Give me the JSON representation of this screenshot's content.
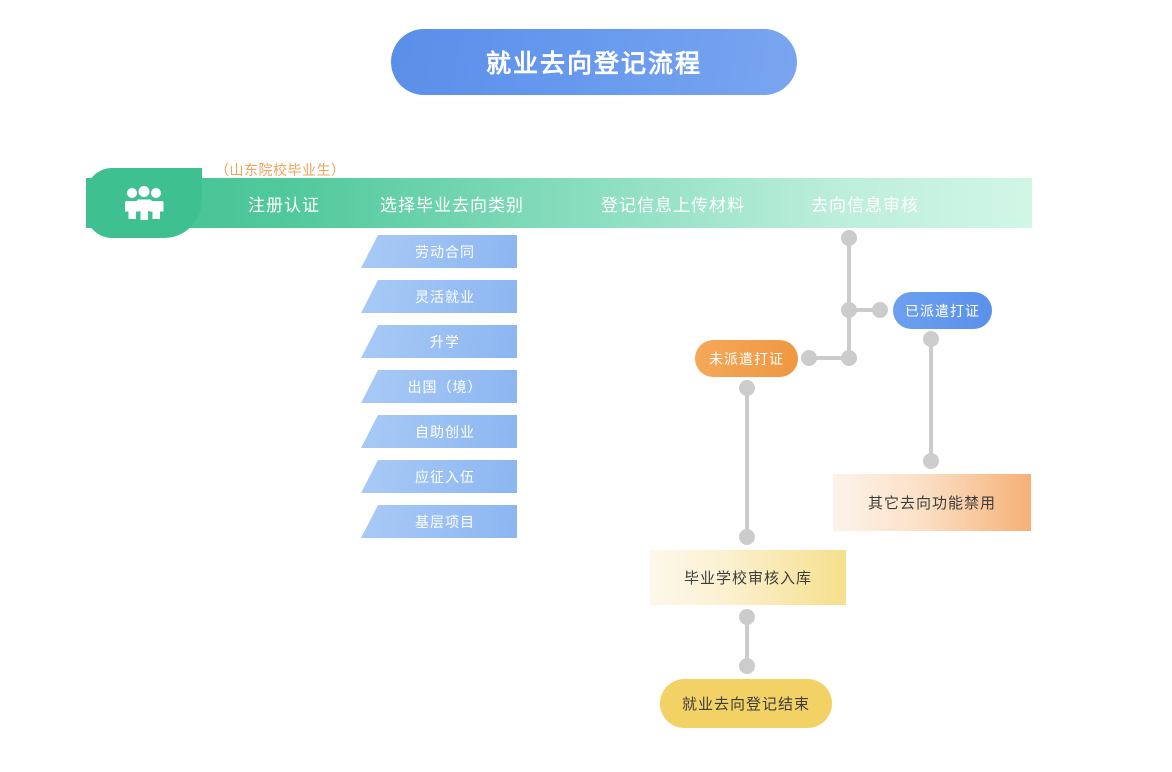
{
  "title": {
    "text": "就业去向登记流程"
  },
  "banner": {
    "note": "（山东院校毕业生）",
    "icon": "people-group-icon",
    "steps": [
      {
        "label": "注册认证"
      },
      {
        "label": "选择毕业去向类别"
      },
      {
        "label": "登记信息上传材料"
      },
      {
        "label": "去向信息审核"
      }
    ]
  },
  "categories": [
    {
      "label": "劳动合同"
    },
    {
      "label": "灵活就业"
    },
    {
      "label": "升学"
    },
    {
      "label": "出国（境）"
    },
    {
      "label": "自助创业"
    },
    {
      "label": "应征入伍"
    },
    {
      "label": "基层项目"
    }
  ],
  "nodes": {
    "not_dispatched": {
      "label": "未派遣打证"
    },
    "dispatched": {
      "label": "已派遣打证"
    },
    "other_disabled": {
      "label": "其它去向功能禁用"
    },
    "school_review": {
      "label": "毕业学校审核入库"
    },
    "end": {
      "label": "就业去向登记结束"
    }
  },
  "colors": {
    "title_blue": "#6699ee",
    "banner_green": "#3fc091",
    "banner_green_light": "#d1f6e7",
    "note_orange": "#f0a359",
    "category_blue": "#9dc2f4",
    "pill_orange": "#f2a14e",
    "pill_blue": "#5a90ea",
    "box_orange": "#f6b077",
    "box_yellow": "#f5e08c",
    "end_yellow": "#f2d264",
    "connector_gray": "#cccccc"
  }
}
